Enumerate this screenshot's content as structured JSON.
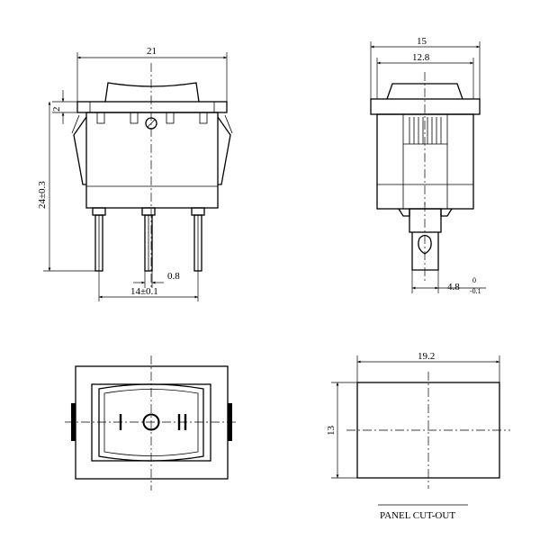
{
  "dimensions": {
    "front_width": "21",
    "top_height": "2",
    "body_height": "24±0.3",
    "pin_width": "0.8",
    "pin_pitch": "14±0.1",
    "side_width": "15",
    "side_inner_width": "12.8",
    "tab_width": "4.8",
    "tab_tol_upper": "0",
    "tab_tol_lower": "-0.1",
    "cutout_width": "19.2",
    "cutout_height": "13"
  },
  "symbols": {
    "off_position": "I",
    "center_position": "O",
    "on_position": "II"
  },
  "labels": {
    "panel_cutout": "PANEL CUT-OUT"
  }
}
